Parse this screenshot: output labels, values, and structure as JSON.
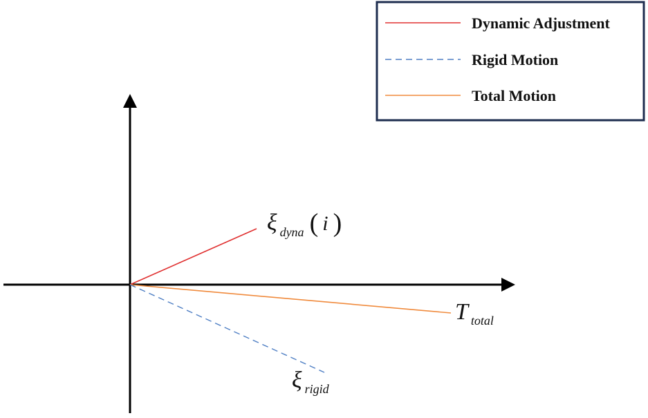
{
  "legend": {
    "items": [
      {
        "label": "Dynamic Adjustment",
        "color": "#e03030",
        "style": "solid"
      },
      {
        "label": "Rigid Motion",
        "color": "#4f7fc4",
        "style": "dashed"
      },
      {
        "label": "Total Motion",
        "color": "#f08a3c",
        "style": "solid"
      }
    ],
    "border_color": "#1e2d4f"
  },
  "axes": {
    "color": "#000000"
  },
  "vectors": {
    "dyna": {
      "symbol": "ξ",
      "subscript": "dyna",
      "paren_open": "(",
      "argument": "i",
      "paren_close": ")"
    },
    "total": {
      "symbol": "T",
      "subscript": "total"
    },
    "rigid": {
      "symbol": "ξ",
      "subscript": "rigid"
    }
  }
}
